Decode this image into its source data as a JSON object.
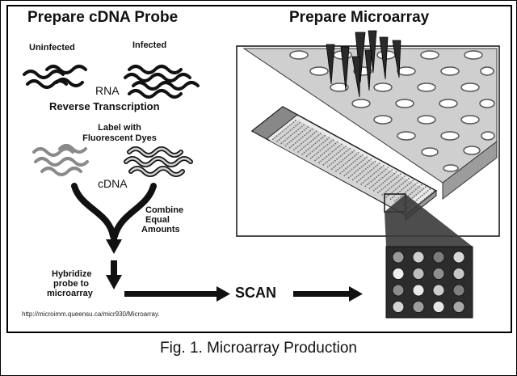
{
  "left_title": "Prepare cDNA Probe",
  "right_title": "Prepare Microarray",
  "uninfected_label": "Uninfected",
  "infected_label": "Infected",
  "rna_label": "RNA",
  "reverse_transcription_label": "Reverse Transcription",
  "label_dyes_line1": "Label with",
  "label_dyes_line2": "Fluorescent Dyes",
  "cdna_label": "cDNA",
  "combine_line1": "Combine",
  "combine_line2": "Equal",
  "combine_line3": "Amounts",
  "hybridize_line1": "Hybridize",
  "hybridize_line2": "probe to",
  "hybridize_line3": "microarray",
  "scan_label": "SCAN",
  "source_url": "http://microimm.queensu.ca/micr930/Microarray.",
  "caption": "Fig. 1. Microarray Production",
  "colors": {
    "ink": "#111111",
    "plate": "#cfcfcf",
    "plate_side": "#a9a9a9",
    "well": "#ffffff",
    "pipette": "#2a2a2a",
    "slide": "#e6e6e6",
    "zoom_bg": "#2c2c2c"
  }
}
